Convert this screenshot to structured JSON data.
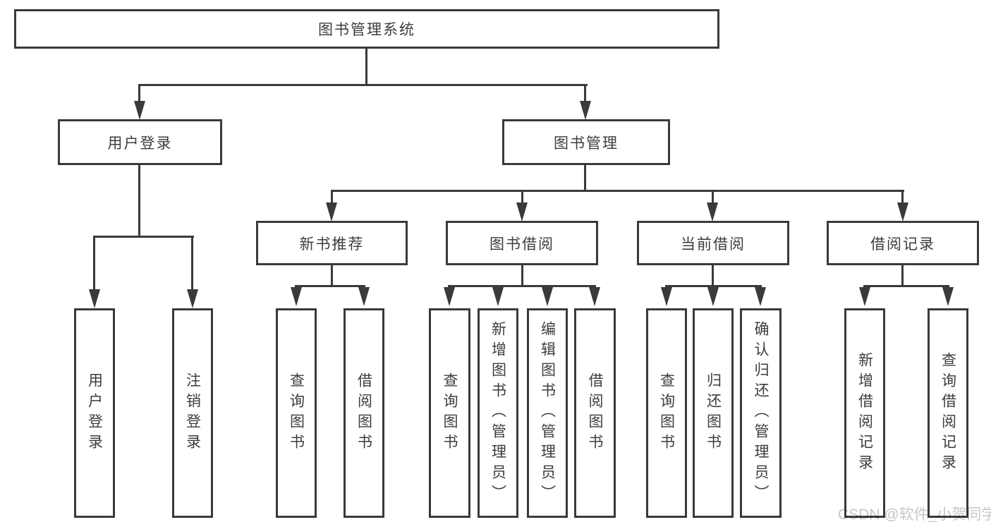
{
  "diagram": {
    "root": {
      "label": "图书管理系统"
    },
    "level2": [
      {
        "label": "用户登录"
      },
      {
        "label": "图书管理"
      }
    ],
    "level3": [
      {
        "label": "新书推荐",
        "parent": "图书管理"
      },
      {
        "label": "图书借阅",
        "parent": "图书管理"
      },
      {
        "label": "当前借阅",
        "parent": "图书管理"
      },
      {
        "label": "借阅记录",
        "parent": "图书管理"
      }
    ],
    "leaves": [
      {
        "label": "用户登录",
        "parent": "用户登录"
      },
      {
        "label": "注销登录",
        "parent": "用户登录"
      },
      {
        "label": "查询图书",
        "parent": "新书推荐"
      },
      {
        "label": "借阅图书",
        "parent": "新书推荐"
      },
      {
        "label": "查询图书",
        "parent": "图书借阅"
      },
      {
        "label": "新增图书（管理员）",
        "parent": "图书借阅"
      },
      {
        "label": "编辑图书（管理员）",
        "parent": "图书借阅"
      },
      {
        "label": "借阅图书",
        "parent": "图书借阅"
      },
      {
        "label": "查询图书",
        "parent": "当前借阅"
      },
      {
        "label": "归还图书",
        "parent": "当前借阅"
      },
      {
        "label": "确认归还（管理员）",
        "parent": "当前借阅"
      },
      {
        "label": "新增借阅记录",
        "parent": "借阅记录"
      },
      {
        "label": "查询借阅记录",
        "parent": "借阅记录"
      }
    ],
    "watermark": "CSDN @软件_小贺同学",
    "colors": {
      "line": "#3a3a3a",
      "text": "#3d3d3d",
      "watermark": "#c6c6c6",
      "background": "#ffffff"
    }
  }
}
